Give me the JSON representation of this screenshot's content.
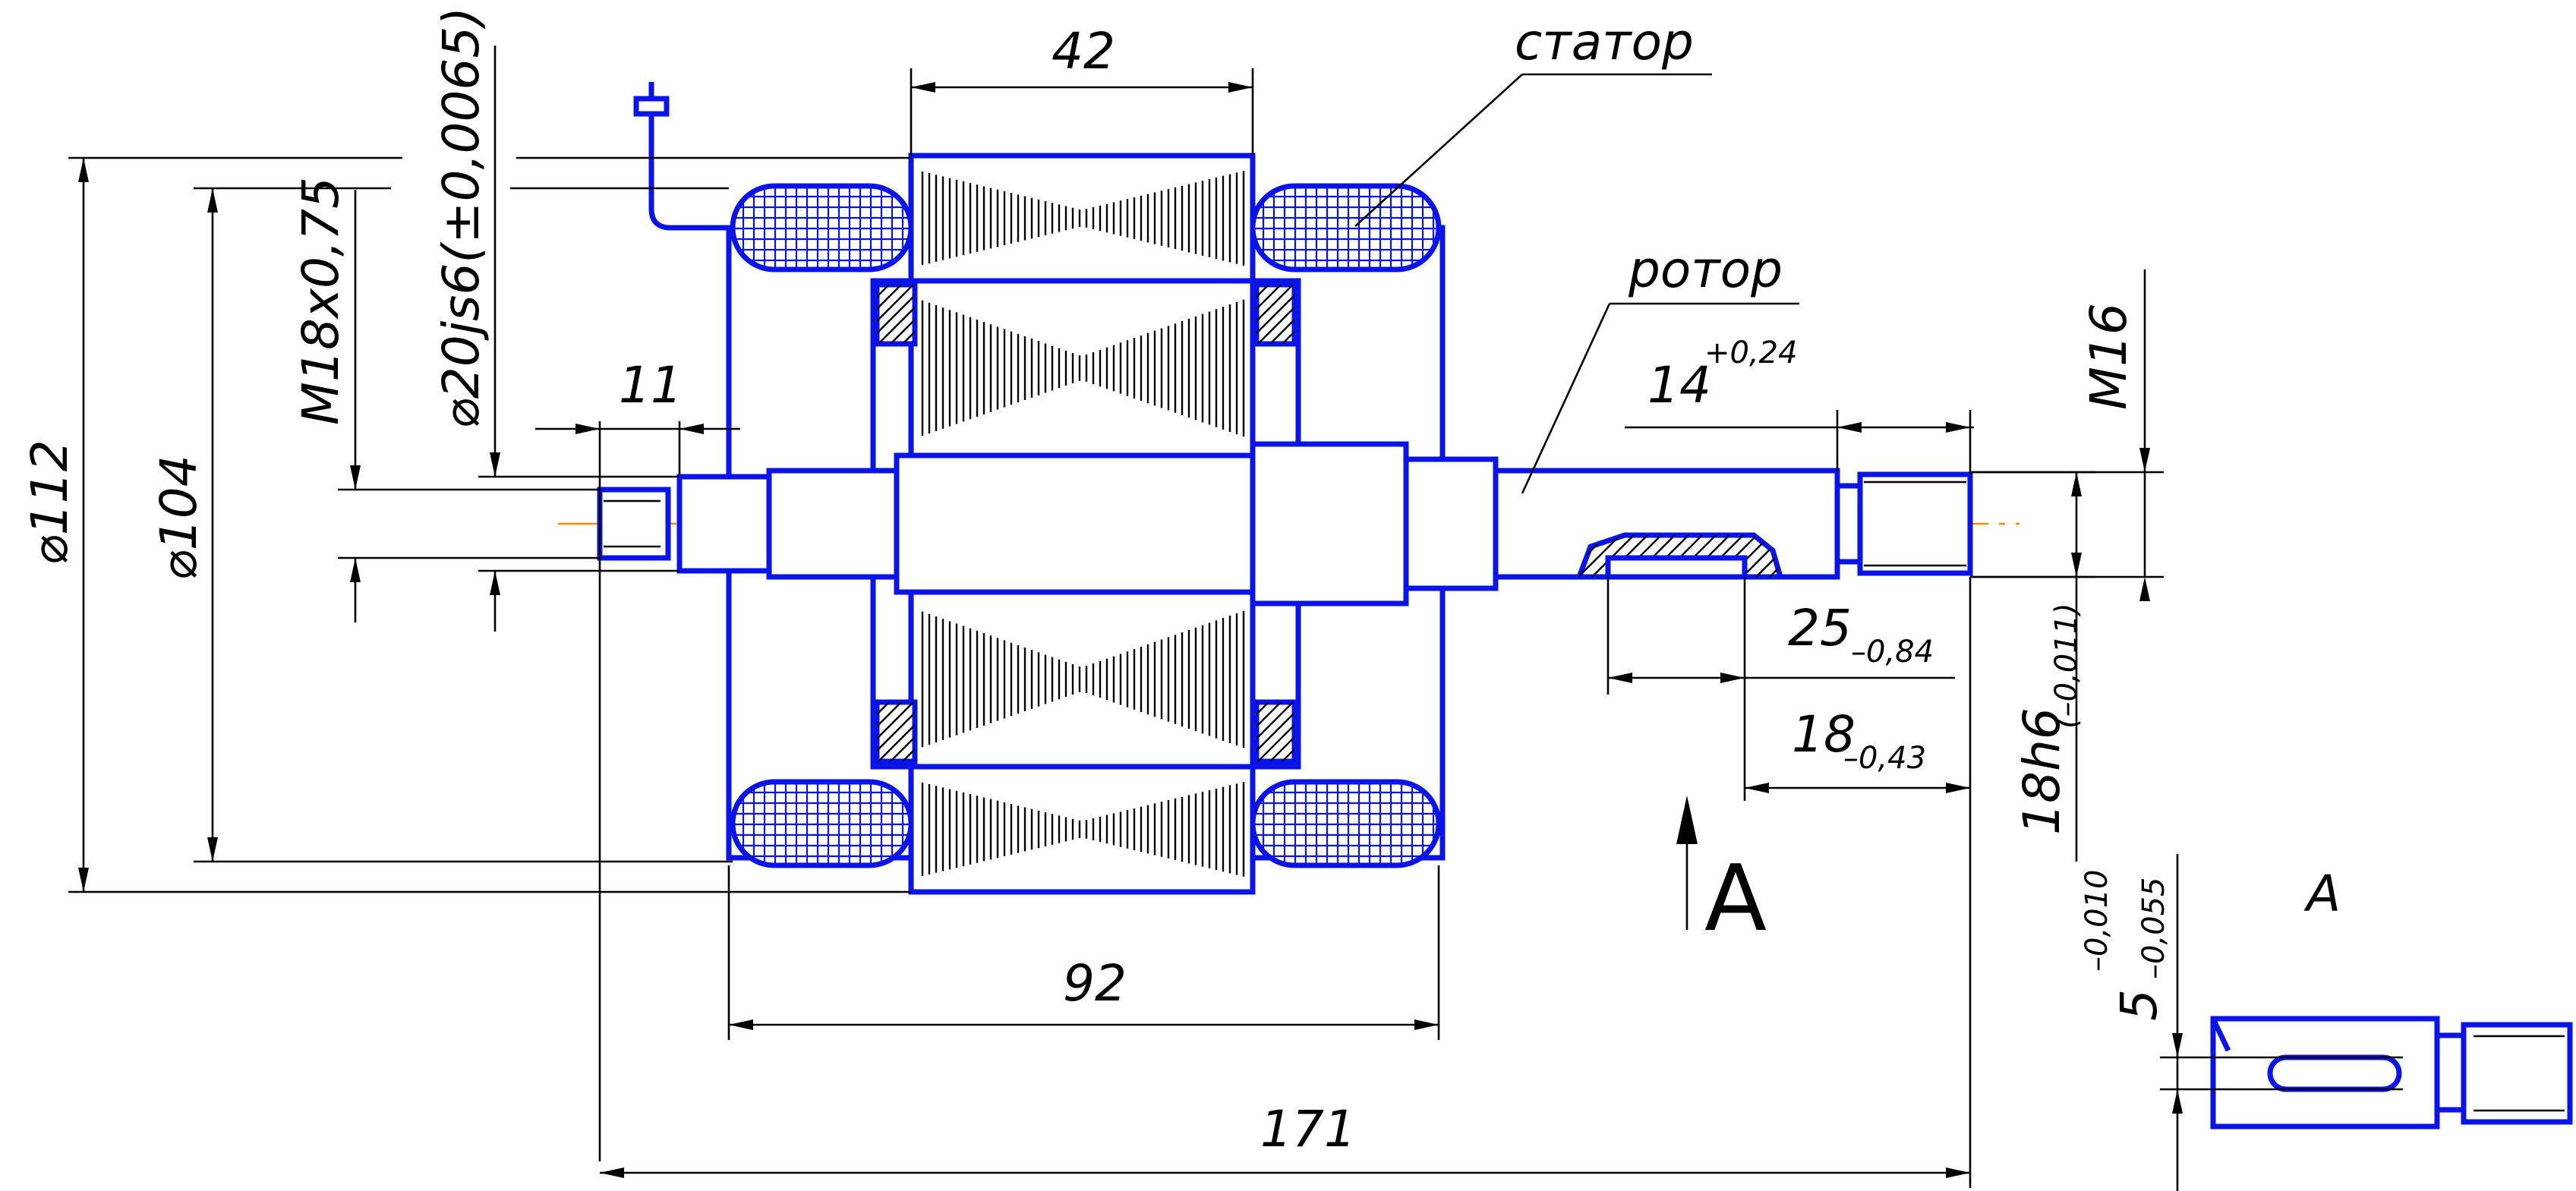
{
  "labels": {
    "stator": "статор",
    "rotor": "ротор"
  },
  "dimensions": {
    "d42": "42",
    "d11": "11",
    "d92": "92",
    "d171": "171",
    "d112": "⌀112",
    "d104": "⌀104",
    "m18": "М18х0,75",
    "d20": "⌀20js6(±0,0065)",
    "d14": "14",
    "d14_tol": "+0,24",
    "m16": "М16",
    "d25": "25",
    "d25_tol": "–0,84",
    "d18": "18",
    "d18_tol": "–0,43",
    "d18h6": "18h6",
    "d18h6_tol": "(–0,011)",
    "d5": "5",
    "d5_tol_upper": "–0,010",
    "d5_tol_lower": "–0,055"
  },
  "view": {
    "arrow_letter": "А",
    "section_title": "А"
  },
  "colors": {
    "outline": "#0a14e6",
    "axis": "#ff8a00",
    "dimension": "#000000",
    "background": "#ffffff"
  }
}
